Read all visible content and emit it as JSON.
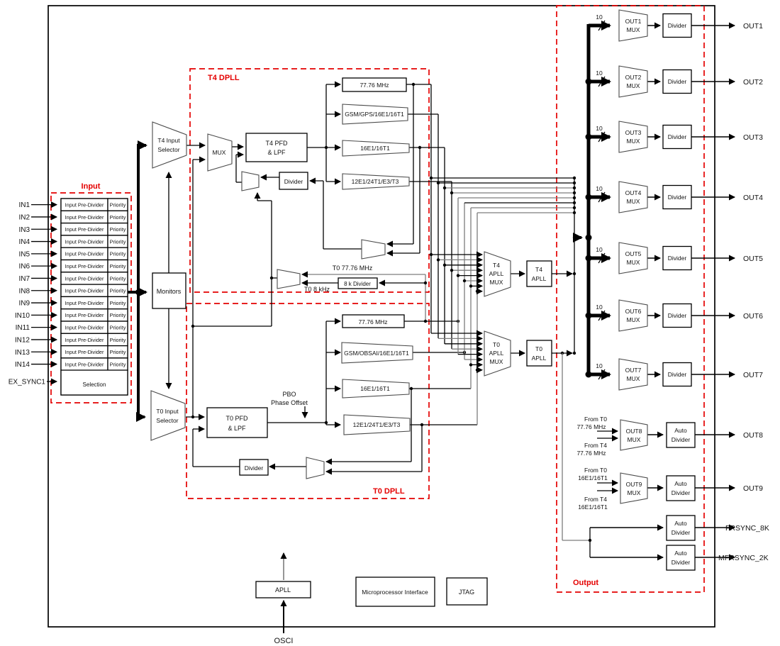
{
  "colors": {
    "accent_red": "#e40000",
    "wire_black": "#000000",
    "wire_gray": "#7d7d7d"
  },
  "input_section": {
    "label": "Input",
    "pins": [
      "IN1",
      "IN2",
      "IN3",
      "IN4",
      "IN5",
      "IN6",
      "IN7",
      "IN8",
      "IN9",
      "IN10",
      "IN11",
      "IN12",
      "IN13",
      "IN14"
    ],
    "ex_sync": "EX_SYNC1",
    "pre_divider": "Input Pre-Divider",
    "priority": "Priority",
    "selection": "Selection"
  },
  "monitors": "Monitors",
  "selectors": {
    "t4_line1": "T4 Input",
    "t4_line2": "Selector",
    "t0_line1": "T0 Input",
    "t0_line2": "Selector"
  },
  "t4_dpll": {
    "label": "T4 DPLL",
    "mux": "MUX",
    "pfd_line1": "T4 PFD",
    "pfd_line2": "& LPF",
    "divider": "Divider",
    "paths": [
      "77.76 MHz",
      "GSM/GPS/16E1/16T1",
      "16E1/16T1",
      "12E1/24T1/E3/T3"
    ]
  },
  "t0_ref": {
    "t0_7776": "T0 77.76 MHz",
    "t0_8k": "T0 8 kHz",
    "divider_8k": "8 k Divider"
  },
  "t0_dpll": {
    "label": "T0 DPLL",
    "pfd_line1": "T0 PFD",
    "pfd_line2": "& LPF",
    "divider": "Divider",
    "pbo_line1": "PBO",
    "pbo_line2": "Phase Offset",
    "paths": [
      "77.76 MHz",
      "GSM/OBSAI/16E1/16T1",
      "16E1/16T1",
      "12E1/24T1/E3/T3"
    ]
  },
  "apll_stage": {
    "t4_mux_l1": "T4",
    "t4_mux_l2": "APLL",
    "t4_mux_l3": "MUX",
    "t4_apll_l1": "T4",
    "t4_apll_l2": "APLL",
    "t0_mux_l1": "T0",
    "t0_mux_l2": "APLL",
    "t0_mux_l3": "MUX",
    "t0_apll_l1": "T0",
    "t0_apll_l2": "APLL"
  },
  "output_section": {
    "label": "Output",
    "bus_width": "10",
    "rows": [
      {
        "mux_l1": "OUT1",
        "mux_l2": "MUX",
        "divider": "Divider",
        "pin": "OUT1"
      },
      {
        "mux_l1": "OUT2",
        "mux_l2": "MUX",
        "divider": "Divider",
        "pin": "OUT2"
      },
      {
        "mux_l1": "OUT3",
        "mux_l2": "MUX",
        "divider": "Divider",
        "pin": "OUT3"
      },
      {
        "mux_l1": "OUT4",
        "mux_l2": "MUX",
        "divider": "Divider",
        "pin": "OUT4"
      },
      {
        "mux_l1": "OUT5",
        "mux_l2": "MUX",
        "divider": "Divider",
        "pin": "OUT5"
      },
      {
        "mux_l1": "OUT6",
        "mux_l2": "MUX",
        "divider": "Divider",
        "pin": "OUT6"
      },
      {
        "mux_l1": "OUT7",
        "mux_l2": "MUX",
        "divider": "Divider",
        "pin": "OUT7"
      }
    ],
    "out8": {
      "src1_l1": "From T0",
      "src1_l2": "77.76 MHz",
      "src2_l1": "From T4",
      "src2_l2": "77.76 MHz",
      "mux_l1": "OUT8",
      "mux_l2": "MUX",
      "div_l1": "Auto",
      "div_l2": "Divider",
      "pin": "OUT8"
    },
    "out9": {
      "src1_l1": "From T0",
      "src1_l2": "16E1/16T1",
      "src2_l1": "From T4",
      "src2_l2": "16E1/16T1",
      "mux_l1": "OUT9",
      "mux_l2": "MUX",
      "div_l1": "Auto",
      "div_l2": "Divider",
      "pin": "OUT9"
    },
    "frsync": {
      "div_l1": "Auto",
      "div_l2": "Divider",
      "pin": "FRSYNC_8K"
    },
    "mfrsync": {
      "div_l1": "Auto",
      "div_l2": "Divider",
      "pin": "MFRSYNC_2K"
    }
  },
  "bottom": {
    "apll": "APLL",
    "osci": "OSCI",
    "micro": "Microprocessor  Interface",
    "jtag": "JTAG"
  }
}
